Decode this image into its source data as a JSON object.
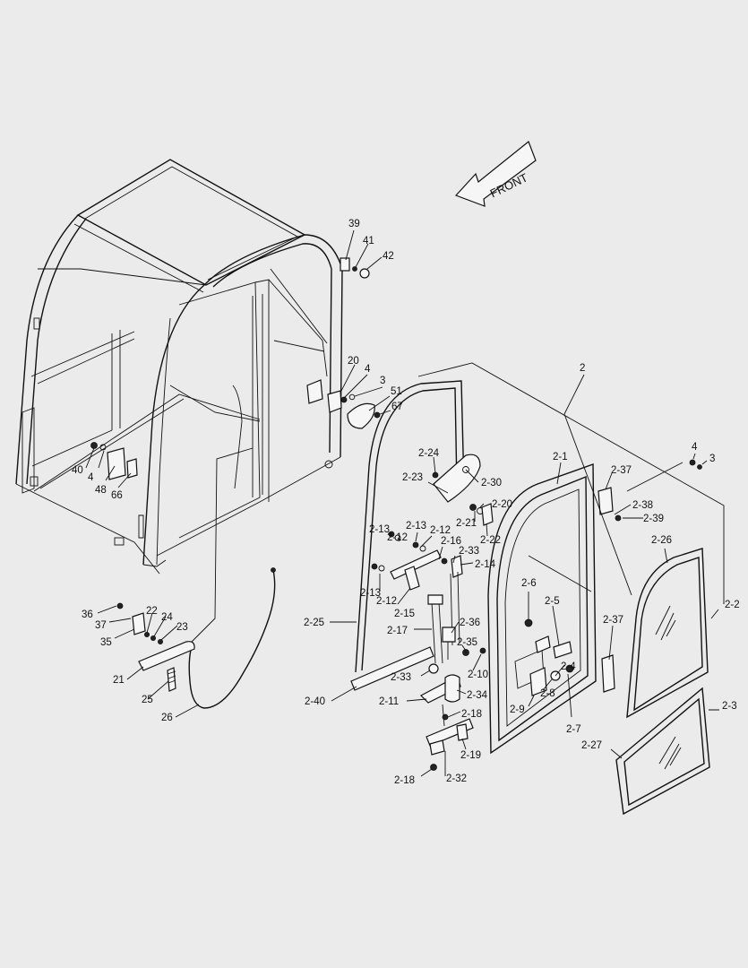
{
  "direction_label": "FRONT",
  "callouts": {
    "c39": "39",
    "c41": "41",
    "c42": "42",
    "c20": "20",
    "c4a": "4",
    "c3a": "3",
    "c51": "51",
    "c67": "67",
    "c40": "40",
    "c4b": "4",
    "c48": "48",
    "c66": "66",
    "c2": "2",
    "c4c": "4",
    "c3b": "3",
    "c2_1": "2-1",
    "c2_37a": "2-37",
    "c2_38": "2-38",
    "c2_39": "2-39",
    "c2_26": "2-26",
    "c2_2": "2-2",
    "c2_3": "2-3",
    "c2_27": "2-27",
    "c2_37b": "2-37",
    "c2_6": "2-6",
    "c2_5": "2-5",
    "c2_4": "2-4",
    "c2_8": "2-8",
    "c2_9": "2-9",
    "c2_7": "2-7",
    "c2_24": "2-24",
    "c2_23": "2-23",
    "c2_30": "2-30",
    "c2_20": "2-20",
    "c2_21": "2-21",
    "c2_22": "2-22",
    "c2_13a": "2-13",
    "c2_12a": "2-12",
    "c2_13b": "2-13",
    "c2_12b": "2-12",
    "c2_16": "2-16",
    "c2_33a": "2-33",
    "c2_14": "2-14",
    "c2_13c": "2-13",
    "c2_12c": "2-12",
    "c2_15": "2-15",
    "c2_25": "2-25",
    "c2_17": "2-17",
    "c2_36": "2-36",
    "c2_35": "2-35",
    "c2_33b": "2-33",
    "c2_10": "2-10",
    "c2_34": "2-34",
    "c2_11": "2-11",
    "c2_18a": "2-18",
    "c2_19": "2-19",
    "c2_18b": "2-18",
    "c2_32": "2-32",
    "c2_40": "2-40",
    "c36": "36",
    "c37": "37",
    "c35": "35",
    "c22": "22",
    "c24": "24",
    "c23": "23",
    "c21": "21",
    "c25": "25",
    "c26": "26"
  }
}
